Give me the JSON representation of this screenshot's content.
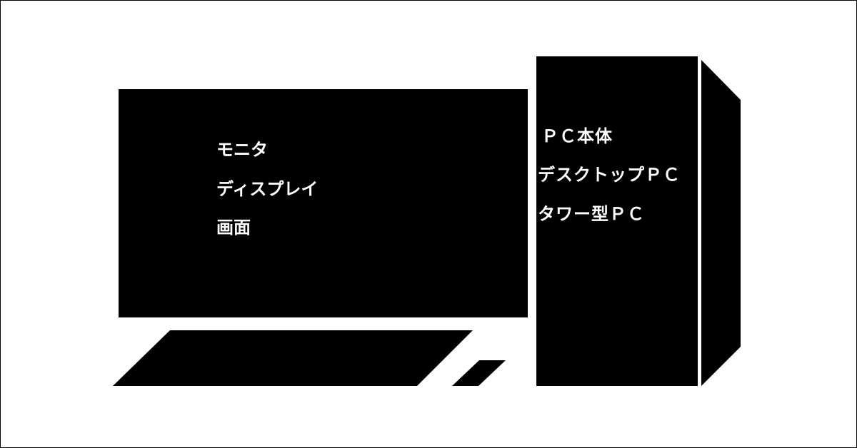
{
  "colors": {
    "background": "#ffffff",
    "shape_fill": "#000000",
    "text": "#ffffff"
  },
  "monitor": {
    "labels": [
      "モニタ",
      "ディスプレイ",
      "画面"
    ]
  },
  "tower": {
    "labels": [
      "ＰＣ本体",
      "デスクトップＰＣ",
      "タワー型ＰＣ"
    ]
  }
}
